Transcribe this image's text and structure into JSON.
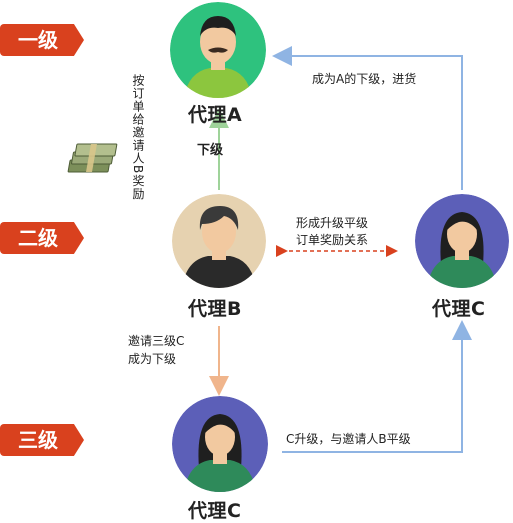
{
  "levels": [
    {
      "label": "一级"
    },
    {
      "label": "二级"
    },
    {
      "label": "三级"
    }
  ],
  "agents": {
    "a": {
      "label": "代理A"
    },
    "b": {
      "label": "代理B"
    },
    "c_right": {
      "label": "代理C"
    },
    "c_bottom": {
      "label": "代理C"
    }
  },
  "notes": {
    "reward": "按订单给邀请人B奖励",
    "subordinate": "下级",
    "c_becomes_a_sub_line1": "成为A的下级，进货",
    "peer_line1": "形成升级平级",
    "peer_line2": "订单奖励关系",
    "invite_line1": "邀请三级C",
    "invite_line2": "成为下级",
    "upgrade": "C升级，与邀请人B平级"
  },
  "colors": {
    "level_badge": "#d9411e",
    "avatar_green": "#2ec27e",
    "avatar_beige": "#e6d2b0",
    "avatar_purple": "#5c5fb8",
    "arrow_blue": "#8fb4e3",
    "arrow_green": "#9fd39a",
    "arrow_peach": "#f0b58c",
    "arrow_red_dashed": "#d9411e"
  },
  "icons": [
    "money-stack-icon"
  ]
}
